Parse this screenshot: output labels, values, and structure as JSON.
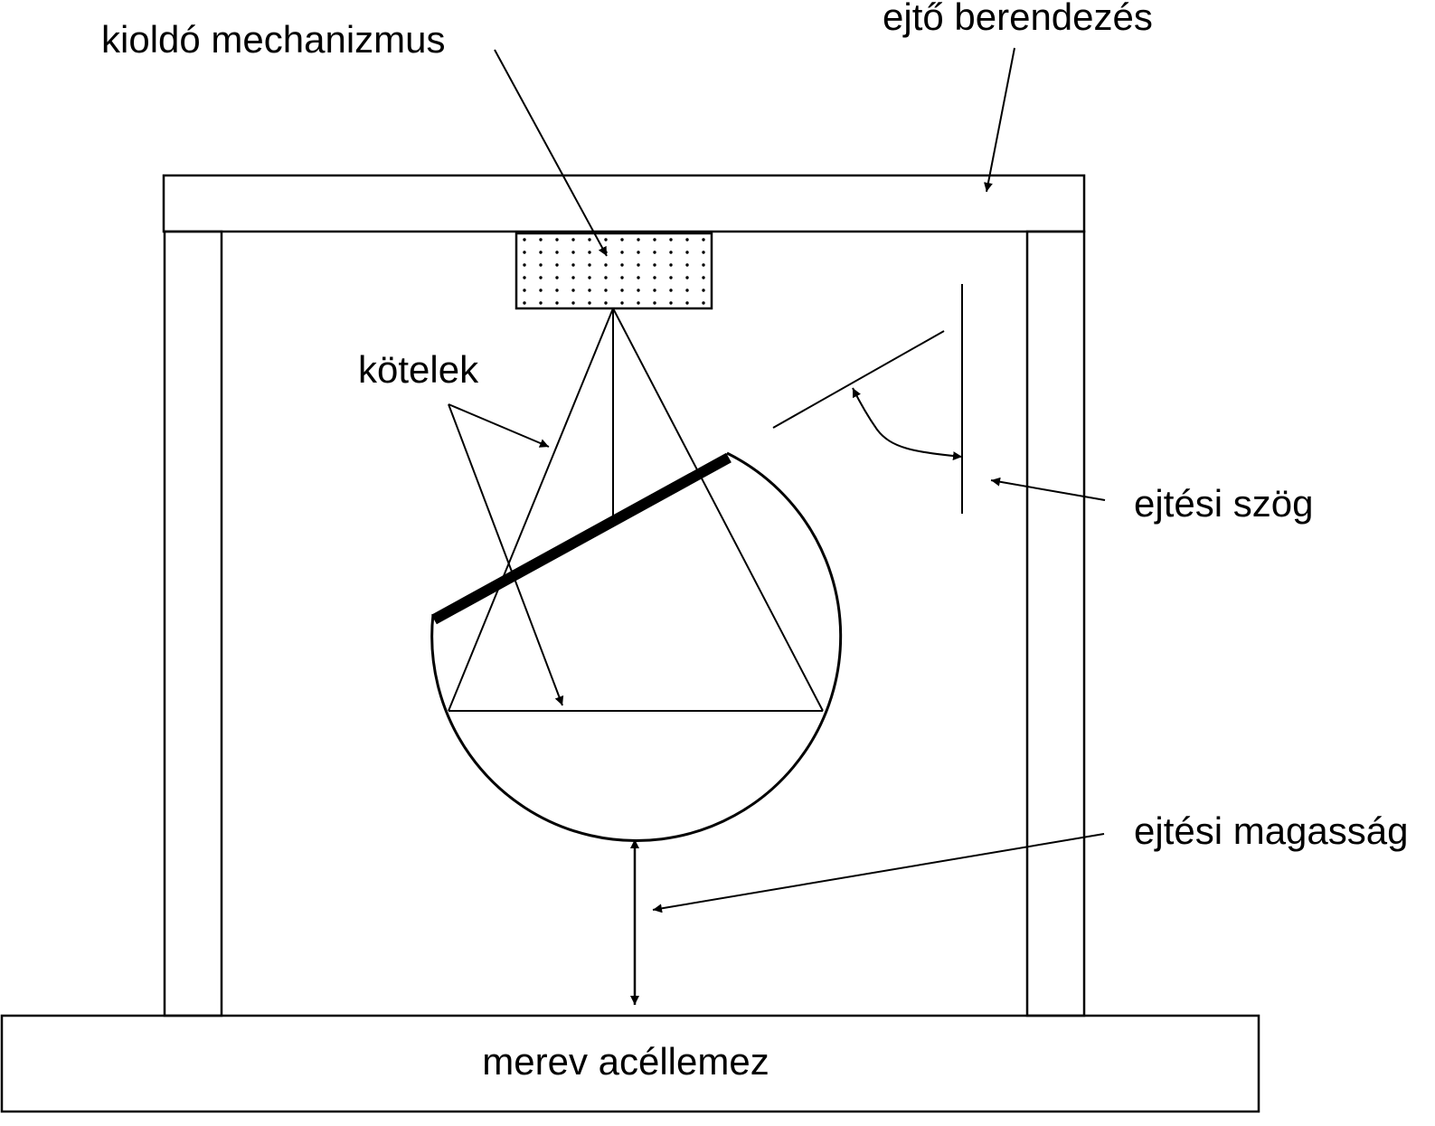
{
  "labels": {
    "release_mechanism": "kioldó mechanizmus",
    "drop_apparatus": "ejtő berendezés",
    "ropes": "kötelek",
    "drop_angle": "ejtési szög",
    "drop_height": "ejtési magasság",
    "steel_plate": "merev acéllemez"
  },
  "colors": {
    "stroke": "#000000",
    "background": "#ffffff"
  }
}
